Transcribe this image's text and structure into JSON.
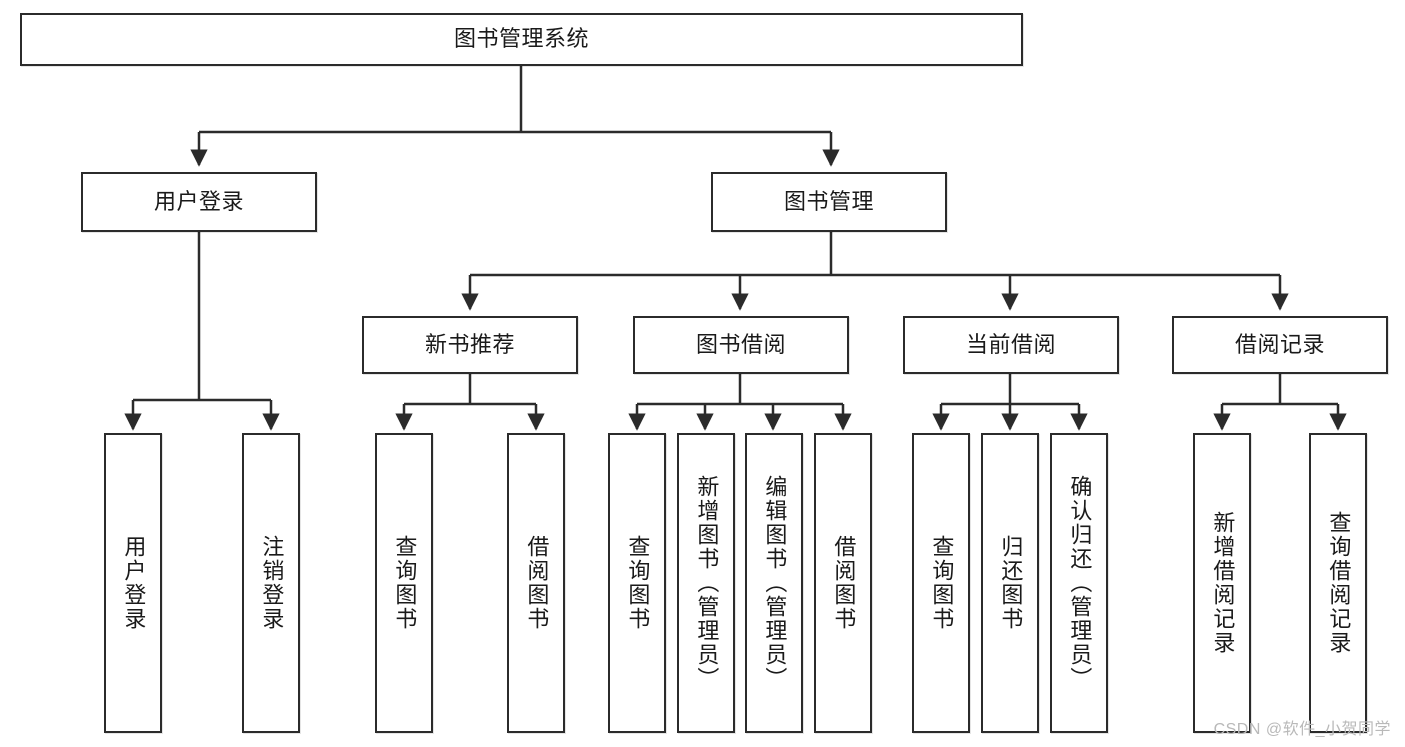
{
  "diagram": {
    "title": "图书管理系统",
    "watermark": "CSDN @软件_小贺同学",
    "colors": {
      "background": "#ffffff",
      "box_border": "#2b2b2b",
      "connector": "#2b2b2b",
      "text": "#1a1a1a",
      "watermark": "#b9b9b9"
    },
    "root": {
      "label": "图书管理系统"
    },
    "level2": [
      {
        "label": "用户登录"
      },
      {
        "label": "图书管理"
      }
    ],
    "level3": [
      {
        "label": "新书推荐"
      },
      {
        "label": "图书借阅"
      },
      {
        "label": "当前借阅"
      },
      {
        "label": "借阅记录"
      }
    ],
    "leaves": {
      "user_login": [
        {
          "label": "用户登录"
        },
        {
          "label": "注销登录"
        }
      ],
      "new_book": [
        {
          "label": "查询图书"
        },
        {
          "label": "借阅图书"
        }
      ],
      "book_borrow": [
        {
          "label": "查询图书"
        },
        {
          "label": "新增图书（管理员）"
        },
        {
          "label": "编辑图书（管理员）"
        },
        {
          "label": "借阅图书"
        }
      ],
      "current_borrow": [
        {
          "label": "查询图书"
        },
        {
          "label": "归还图书"
        },
        {
          "label": "确认归还（管理员）"
        }
      ],
      "borrow_record": [
        {
          "label": "新增借阅记录"
        },
        {
          "label": "查询借阅记录"
        }
      ]
    }
  }
}
